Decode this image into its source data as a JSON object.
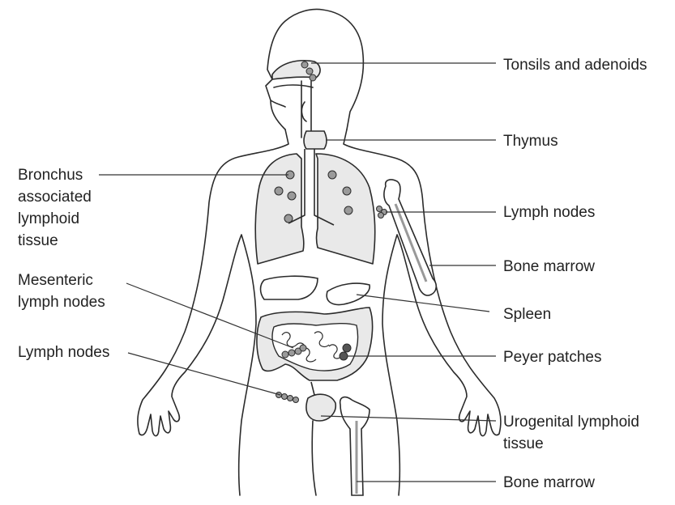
{
  "diagram": {
    "labels": {
      "tonsils": "Tonsils and adenoids",
      "thymus": "Thymus",
      "bronchus": "Bronchus\nassociated\nlymphoid\ntissue",
      "lymph_nodes_right": "Lymph nodes",
      "bone_marrow_arm": "Bone marrow",
      "mesenteric": "Mesenteric\nlymph nodes",
      "spleen": "Spleen",
      "lymph_nodes_left": "Lymph nodes",
      "peyer": "Peyer patches",
      "urogenital": "Urogenital lymphoid\ntissue",
      "bone_marrow_leg": "Bone marrow"
    },
    "colors": {
      "outline": "#2b2b2b",
      "organ_fill": "#e9e9e9",
      "node_fill": "#9a9a9a",
      "dark_node": "#555555",
      "leader_line": "#333333"
    }
  }
}
